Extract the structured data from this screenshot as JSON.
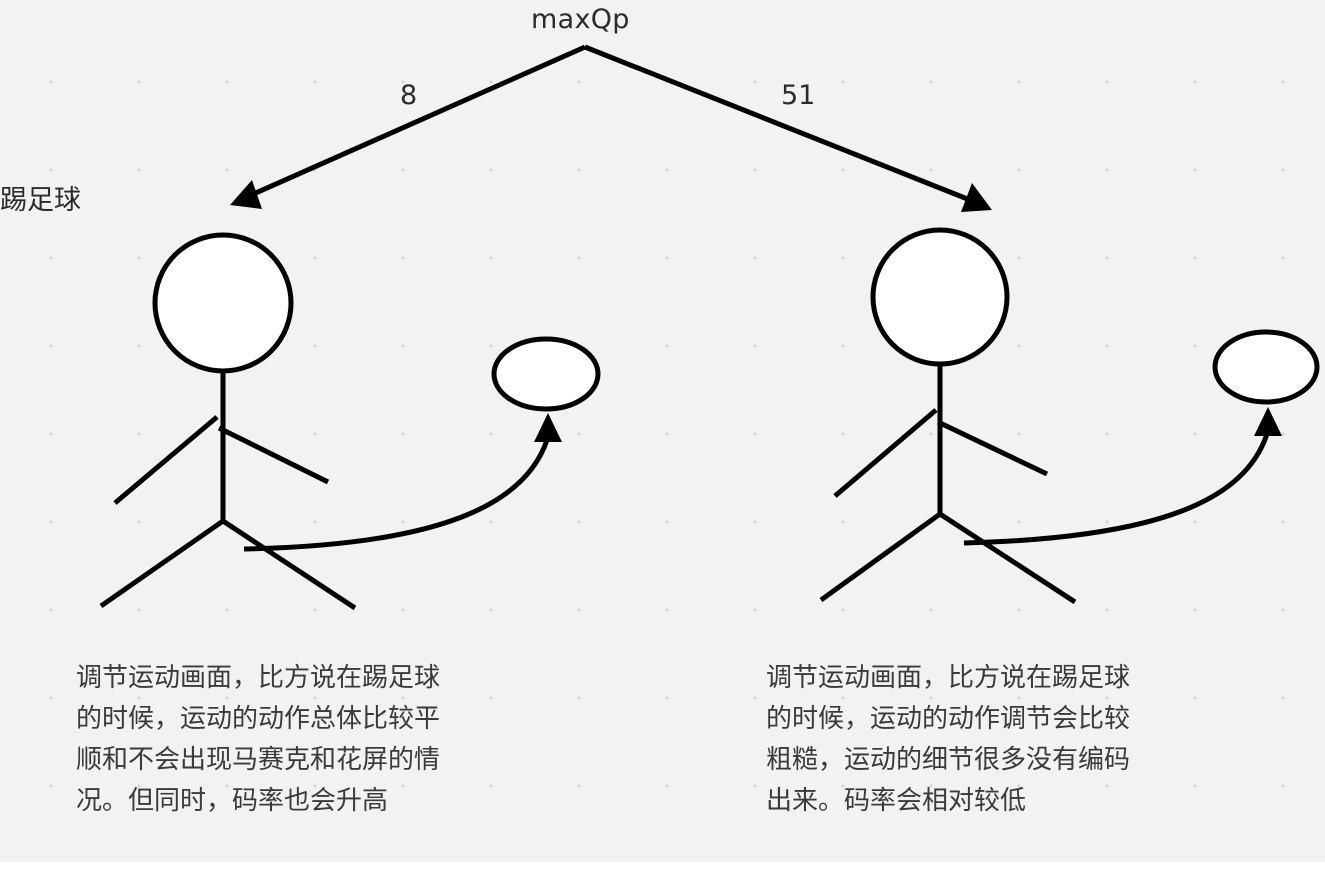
{
  "diagram": {
    "root": "maxQp",
    "topic": "踢足球",
    "branches": [
      {
        "edge_label": "8",
        "description": "调节运动画面，比方说在踢足球\n的时候，运动的动作总体比较平\n顺和不会出现马赛克和花屏的情\n况。但同时，码率也会升高"
      },
      {
        "edge_label": "51",
        "description": "调节运动画面，比方说在踢足球\n的时候，运动的动作调节会比较\n粗糙，运动的细节很多没有编码\n出来。码率会相对较低"
      }
    ]
  }
}
